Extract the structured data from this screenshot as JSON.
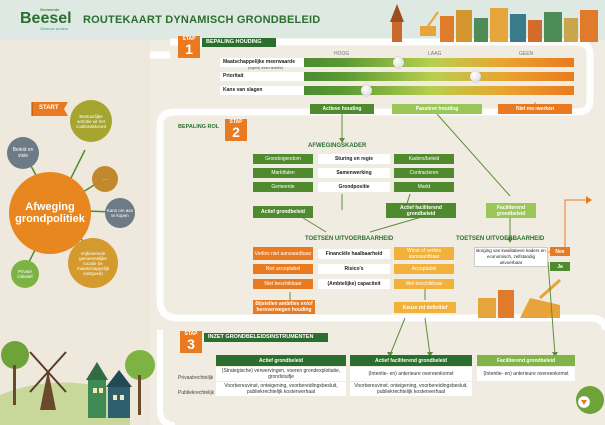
{
  "logo": {
    "line1": "Gemeente",
    "brand": "Beesel",
    "tagline": "Gewoon anders"
  },
  "title": "ROUTEKAART DYNAMISCH GRONDBELEID",
  "start": "START",
  "step1": {
    "tag_word": "STAP",
    "tag_num": "1",
    "header": "BEPALING HOUDING"
  },
  "scale": {
    "high": "HOOG",
    "low": "LAAG",
    "none": "GEEN"
  },
  "criteria": [
    {
      "label": "Maatschappelijke meerwaarde",
      "sub": "(urgent) eisen ambitie)"
    },
    {
      "label": "Prioritait",
      "sub": ""
    },
    {
      "label": "Kans van slagen",
      "sub": ""
    }
  ],
  "stances": {
    "active": "Actieve houding",
    "passive": "Passieve houding",
    "none": "Niet meewerken"
  },
  "step2": {
    "tag_word": "STAP",
    "tag_num": "2",
    "prefix": "BEPALING ROL",
    "framework_title": "AFWEGINGSKADER"
  },
  "framework_rows": [
    {
      "left": "Grondeigendom",
      "center": "Sturing en regie",
      "right": "Kaders/beleid"
    },
    {
      "left": "Marktfalen",
      "center": "Samenwerking",
      "right": "Contracteren"
    },
    {
      "left": "Gemeente",
      "center": "Grondpositie",
      "right": "Markt"
    }
  ],
  "roles": {
    "active": "Actief grondbeleid",
    "facilitating": "Actief faciliterend grondbeleid",
    "facilitated": "Faciliterend grondbeleid"
  },
  "feasibility": {
    "title_left": "TOETSEN UITVOERBAARHEID",
    "title_right": "TOETSEN UITVOERBAARHEID"
  },
  "feas_rows": [
    {
      "left": "Verlies niet aanvaardbaar",
      "center": "Financiële haalbaarheid",
      "right": "Winst of verlies aanvaardbaar"
    },
    {
      "left": "Niet acceptabel",
      "center": "Risico's",
      "right": "Acceptabel"
    },
    {
      "left": "Niet beschikbaar",
      "center": "(Ambtelijke) capaciteit",
      "right": "Wel beschikbaar"
    }
  ],
  "adjust": "Bijstellen ambities en/of heroverwegen houding",
  "decision": "Keuze rol definitief",
  "guarantee_question": "Borging van kwalitatieve kaders en economisch, zelfstandig uitvoerbaar",
  "yes_no": {
    "no": "Nee",
    "yes": "Ja"
  },
  "step3": {
    "tag_word": "STAP",
    "tag_num": "3",
    "header": "INZET GRONDBELEIDSINSTRUMENTEN"
  },
  "law": {
    "private": "Privaatrechtelijk",
    "public": "Publiekrechtelijk"
  },
  "instruments": [
    {
      "title": "Actief grondbeleid",
      "private": "(Strategische) verwervingen, voeren grondexploitatie, grondstuifje",
      "public": "Voorbereuvinst, onteigening, voorbereidingsbesluit, publiekrechtelijk kostenverhaal"
    },
    {
      "title": "Actief faciliterend grondbeleid",
      "private": "(Intentie- en) anterieure overeenkomst",
      "public": "Voorbereuvinst, onteigening, voorbereidingsbesluit, publiekrechtelijk kostenverhaal"
    },
    {
      "title": "Faciliterend grondbeleid",
      "private": "(Intentie- en) anterieure overeenkomst",
      "public": ""
    }
  ],
  "weighing": {
    "center": "Afweging grondpolitiek",
    "satellites": [
      "Beleid en visie",
      "Bestuurlijke ambitie uit het coalitieakkoord",
      "...",
      "Kans om aan te kopen",
      "Vrijkomende gemeentelijke locatie (ie maatschappelijk vastgoed)",
      "Private initiatief"
    ]
  },
  "colors": {
    "dark_green": "#2b6f2f",
    "green": "#4f8a2e",
    "light_green": "#9bc75a",
    "orange": "#ea7a1f",
    "teal": "#3f9a8a",
    "path": "#ffffff",
    "bg": "#f1ece2"
  },
  "icons": [
    "start-flag-icon",
    "down-arrow-icon"
  ]
}
